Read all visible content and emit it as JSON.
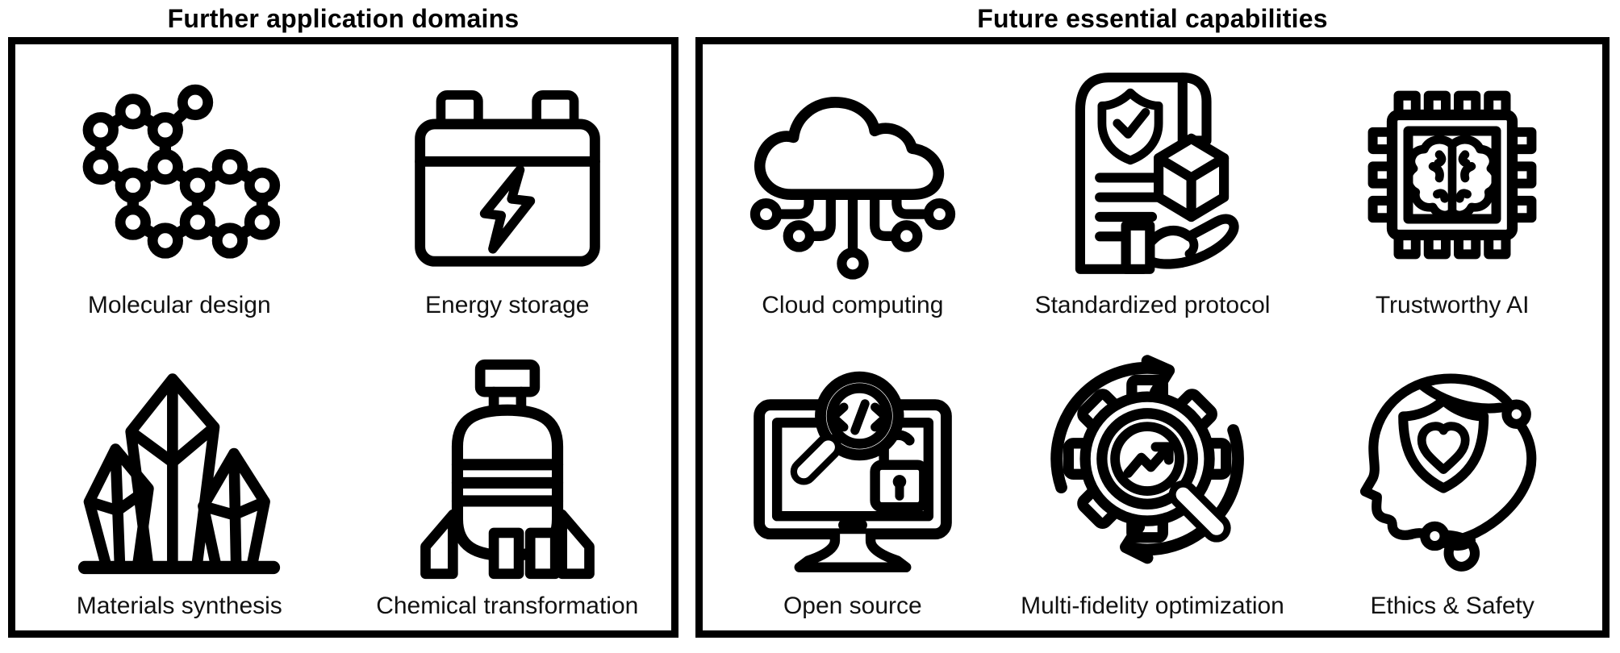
{
  "figure": {
    "background": "#ffffff",
    "stroke_color": "#000000"
  },
  "panels": [
    {
      "title": "Further application domains",
      "columns": 2,
      "items": [
        {
          "label": "Molecular design",
          "icon": "molecule-icon"
        },
        {
          "label": "Energy storage",
          "icon": "battery-lightning-icon"
        },
        {
          "label": "Materials synthesis",
          "icon": "crystals-icon"
        },
        {
          "label": "Chemical transformation",
          "icon": "reactor-vessel-icon"
        }
      ]
    },
    {
      "title": "Future essential capabilities",
      "columns": 3,
      "items": [
        {
          "label": "Cloud computing",
          "icon": "cloud-network-icon"
        },
        {
          "label": "Standardized protocol",
          "icon": "document-shield-cube-hand-icon"
        },
        {
          "label": "Trustworthy AI",
          "icon": "chip-brain-icon"
        },
        {
          "label": "Open source",
          "icon": "monitor-code-magnifier-lock-icon"
        },
        {
          "label": "Multi-fidelity optimization",
          "icon": "gear-magnifier-cycle-icon"
        },
        {
          "label": "Ethics & Safety",
          "icon": "head-shield-heart-icon"
        }
      ]
    }
  ]
}
